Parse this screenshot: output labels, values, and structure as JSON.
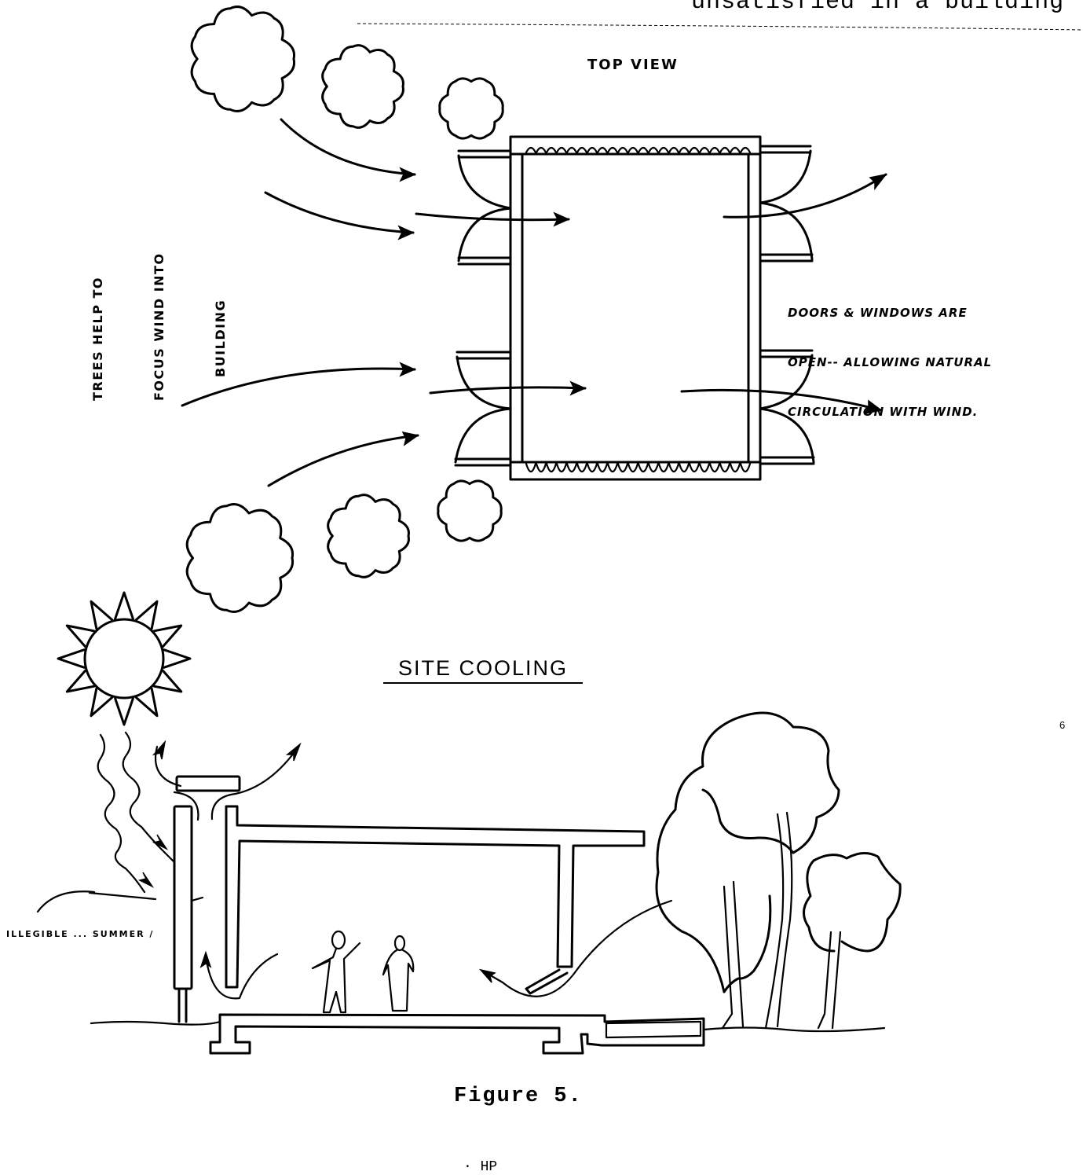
{
  "page": {
    "header_fragment": "unsatisfied in a building",
    "figure_caption": "Figure 5.",
    "bottom_fragment": "· HP",
    "margin_mark": "6"
  },
  "top_view": {
    "label": "TOP VIEW",
    "trees_note": [
      "TREES HELP TO",
      "FOCUS WIND INTO",
      "BUILDING"
    ],
    "doors_note": [
      "DOORS & WINDOWS ARE",
      "OPEN-- ALLOWING NATURAL",
      "CIRCULATION WITH WIND."
    ],
    "tree_count": 6,
    "incoming_wind_arrows": 4,
    "through_building_arrows": 2,
    "exit_arrows": 2,
    "door_swings_per_side": 4
  },
  "section": {
    "title": "SITE COOLING",
    "left_scribble": "ILLEGIBLE ... SUMMER /",
    "people_count": 2,
    "tree_count": 3,
    "sun_rays": 12
  }
}
